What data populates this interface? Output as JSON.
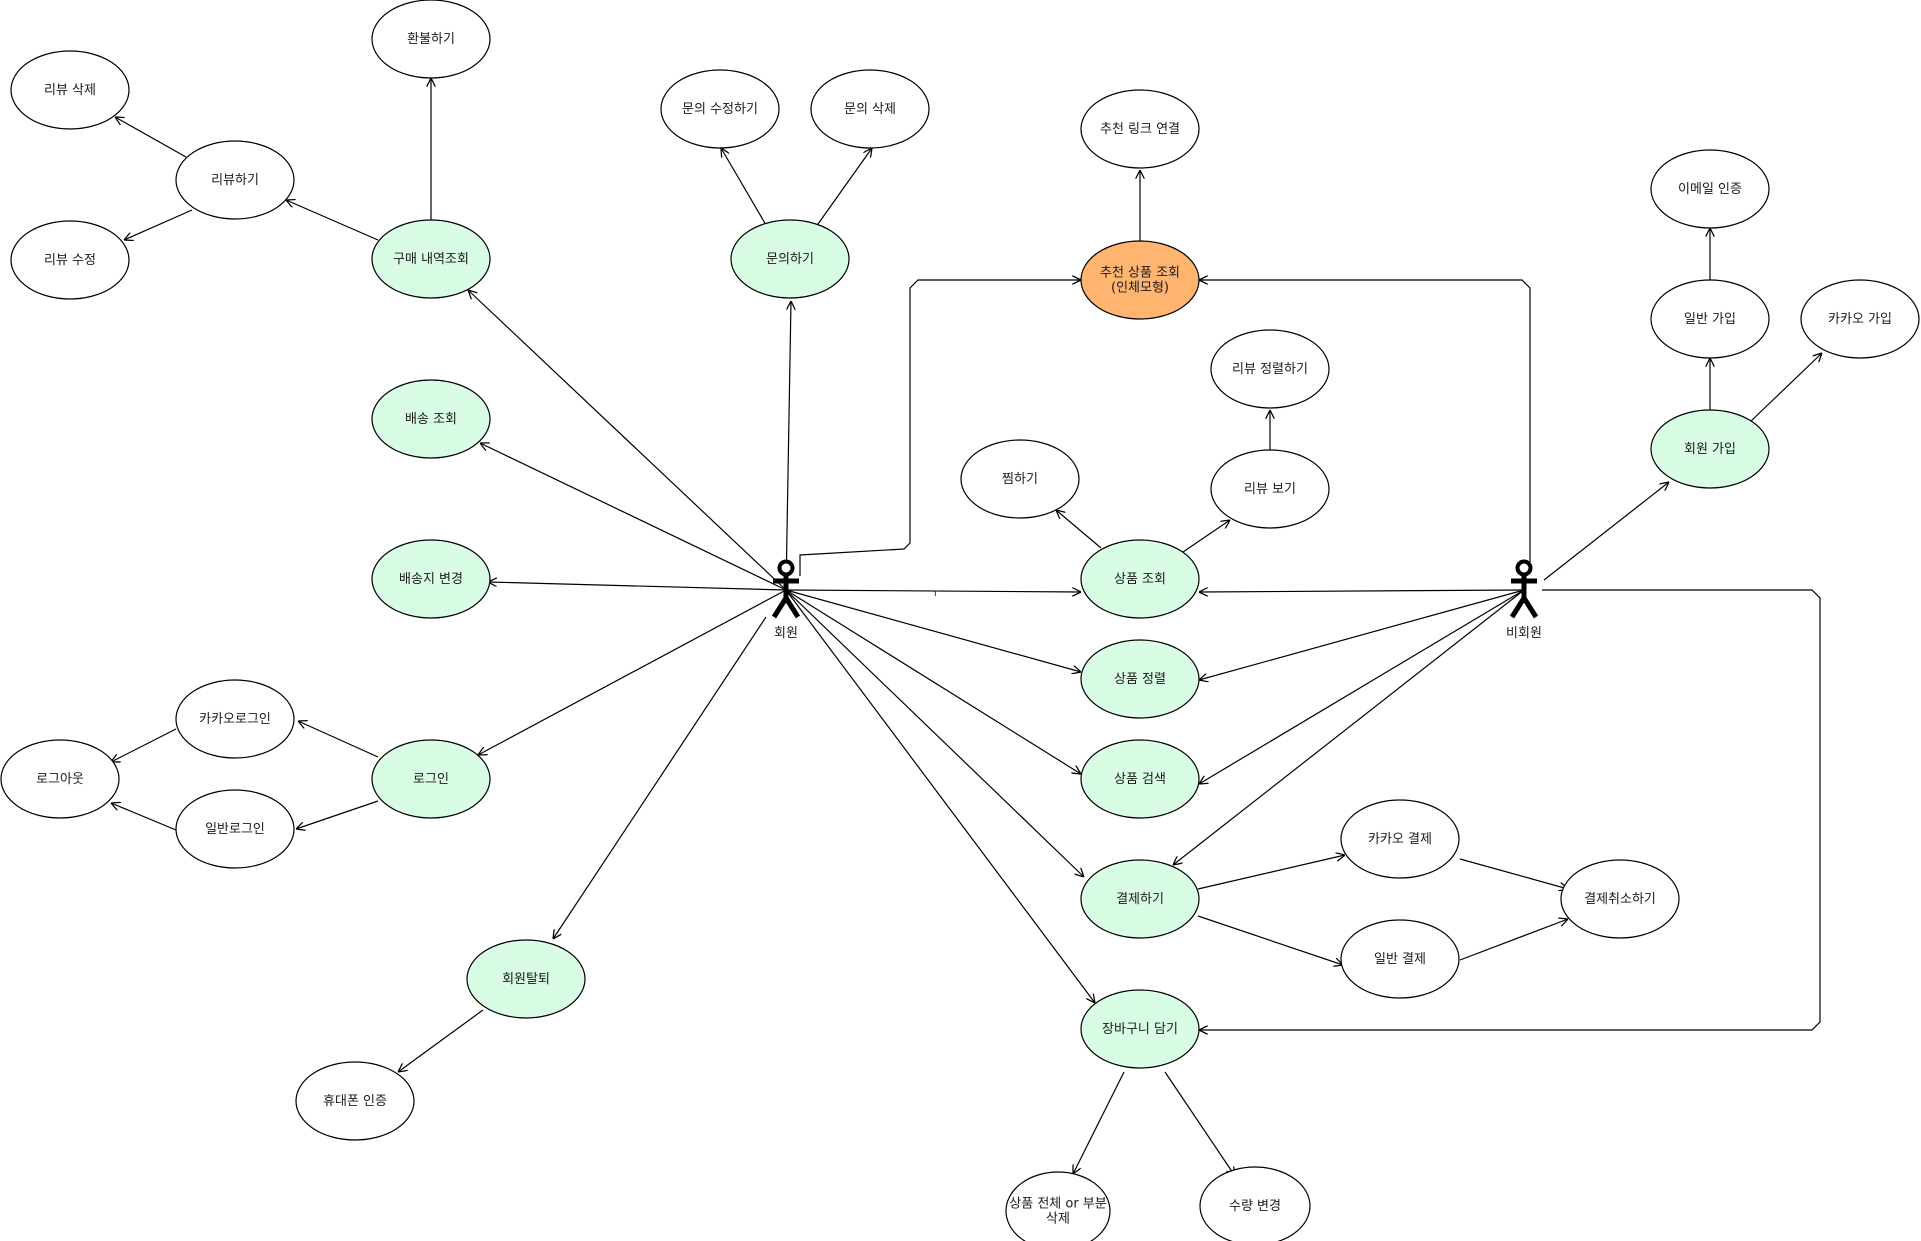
{
  "colors": {
    "default_fill": "#ffffff",
    "highlight_fill": "#d9fce4",
    "recommend_fill": "#ffb570",
    "stroke": "#000000"
  },
  "actors": [
    {
      "id": "member",
      "label": "회원"
    },
    {
      "id": "guest",
      "label": "비회원"
    }
  ],
  "use_cases": [
    {
      "id": "refund",
      "lines": [
        "환불하기"
      ],
      "style": "default"
    },
    {
      "id": "review_delete",
      "lines": [
        "리뷰 삭제"
      ],
      "style": "default"
    },
    {
      "id": "review",
      "lines": [
        "리뷰하기"
      ],
      "style": "default"
    },
    {
      "id": "review_edit",
      "lines": [
        "리뷰 수정"
      ],
      "style": "default"
    },
    {
      "id": "purchase_history",
      "lines": [
        "구매 내역조회"
      ],
      "style": "highlight"
    },
    {
      "id": "inquiry_edit",
      "lines": [
        "문의 수정하기"
      ],
      "style": "default"
    },
    {
      "id": "inquiry_delete",
      "lines": [
        "문의 삭제"
      ],
      "style": "default"
    },
    {
      "id": "inquiry",
      "lines": [
        "문의하기"
      ],
      "style": "highlight"
    },
    {
      "id": "recommend_link",
      "lines": [
        "추천 링크 연결"
      ],
      "style": "default"
    },
    {
      "id": "recommend",
      "lines": [
        "추천 상품 조회",
        "(인체모형)"
      ],
      "style": "recommend"
    },
    {
      "id": "email_verify",
      "lines": [
        "이메일 인증"
      ],
      "style": "default"
    },
    {
      "id": "normal_signup",
      "lines": [
        "일반 가입"
      ],
      "style": "default"
    },
    {
      "id": "kakao_signup",
      "lines": [
        "카카오 가입"
      ],
      "style": "default"
    },
    {
      "id": "signup",
      "lines": [
        "회원 가입"
      ],
      "style": "highlight"
    },
    {
      "id": "delivery",
      "lines": [
        "배송 조회"
      ],
      "style": "highlight"
    },
    {
      "id": "review_sort",
      "lines": [
        "리뷰 정렬하기"
      ],
      "style": "default"
    },
    {
      "id": "wishlist",
      "lines": [
        "찜하기"
      ],
      "style": "default"
    },
    {
      "id": "review_view",
      "lines": [
        "리뷰 보기"
      ],
      "style": "default"
    },
    {
      "id": "address_change",
      "lines": [
        "배송지 변경"
      ],
      "style": "highlight"
    },
    {
      "id": "product_view",
      "lines": [
        "상품 조회"
      ],
      "style": "highlight"
    },
    {
      "id": "product_sort",
      "lines": [
        "상품 정렬"
      ],
      "style": "highlight"
    },
    {
      "id": "kakao_login",
      "lines": [
        "카카오로그인"
      ],
      "style": "default"
    },
    {
      "id": "logout",
      "lines": [
        "로그아웃"
      ],
      "style": "default"
    },
    {
      "id": "login",
      "lines": [
        "로그인"
      ],
      "style": "highlight"
    },
    {
      "id": "normal_login",
      "lines": [
        "일반로그인"
      ],
      "style": "default"
    },
    {
      "id": "product_search",
      "lines": [
        "상품 검색"
      ],
      "style": "highlight"
    },
    {
      "id": "kakao_pay",
      "lines": [
        "카카오 결제"
      ],
      "style": "default"
    },
    {
      "id": "pay",
      "lines": [
        "결제하기"
      ],
      "style": "highlight"
    },
    {
      "id": "pay_cancel",
      "lines": [
        "결제취소하기"
      ],
      "style": "default"
    },
    {
      "id": "normal_pay",
      "lines": [
        "일반 결제"
      ],
      "style": "default"
    },
    {
      "id": "withdraw",
      "lines": [
        "회원탈퇴"
      ],
      "style": "highlight"
    },
    {
      "id": "cart",
      "lines": [
        "장바구니 담기"
      ],
      "style": "highlight"
    },
    {
      "id": "phone_verify",
      "lines": [
        "휴대폰 인증"
      ],
      "style": "default"
    },
    {
      "id": "cart_delete",
      "lines": [
        "상품 전체 or 부분",
        "삭제"
      ],
      "style": "default"
    },
    {
      "id": "quantity_change",
      "lines": [
        "수량 변경"
      ],
      "style": "default"
    }
  ],
  "stray_mark": "r"
}
